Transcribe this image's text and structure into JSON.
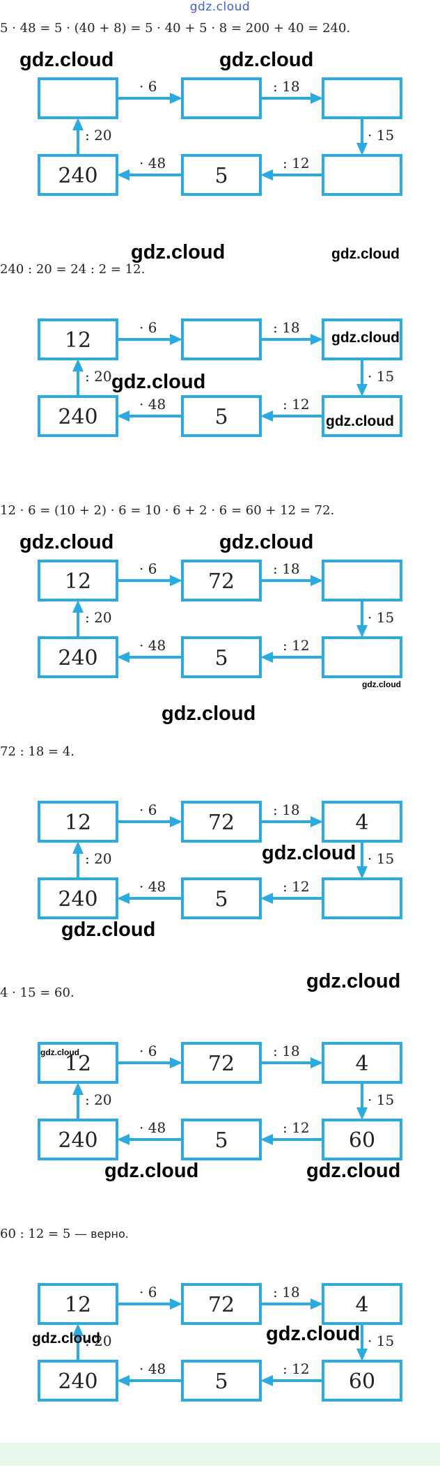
{
  "header": {
    "site_mark": "gdz.cloud"
  },
  "watermark": "gdz.cloud",
  "ops": {
    "top1": "· 6",
    "top2": ": 18",
    "right": "· 15",
    "bot2": ": 12",
    "bot1": "· 48",
    "left": ": 20"
  },
  "steps": [
    {
      "equation": "5 · 48 = 5 · (40 + 8) = 5 · 40 + 5 · 8 = 200 + 40 = 240.",
      "equation_word": "",
      "values": {
        "tl": "",
        "tm": "",
        "tr": "",
        "bl": "240",
        "bm": "5",
        "br": ""
      }
    },
    {
      "equation": "240 : 20 = 24 : 2 = 12.",
      "equation_word": "",
      "values": {
        "tl": "12",
        "tm": "",
        "tr": "",
        "bl": "240",
        "bm": "5",
        "br": ""
      }
    },
    {
      "equation": "12 · 6 = (10 + 2) · 6 = 10 · 6 + 2 · 6 = 60 + 12 = 72.",
      "equation_word": "",
      "values": {
        "tl": "12",
        "tm": "72",
        "tr": "",
        "bl": "240",
        "bm": "5",
        "br": ""
      }
    },
    {
      "equation": "72 : 18 = 4.",
      "equation_word": "",
      "values": {
        "tl": "12",
        "tm": "72",
        "tr": "4",
        "bl": "240",
        "bm": "5",
        "br": ""
      }
    },
    {
      "equation": "4 · 15 = 60.",
      "equation_word": "",
      "values": {
        "tl": "12",
        "tm": "72",
        "tr": "4",
        "bl": "240",
        "bm": "5",
        "br": "60"
      }
    },
    {
      "equation": "60 : 12 = 5 —",
      "equation_word": " верно.",
      "values": {
        "tl": "12",
        "tm": "72",
        "tr": "4",
        "bl": "240",
        "bm": "5",
        "br": "60"
      }
    }
  ]
}
